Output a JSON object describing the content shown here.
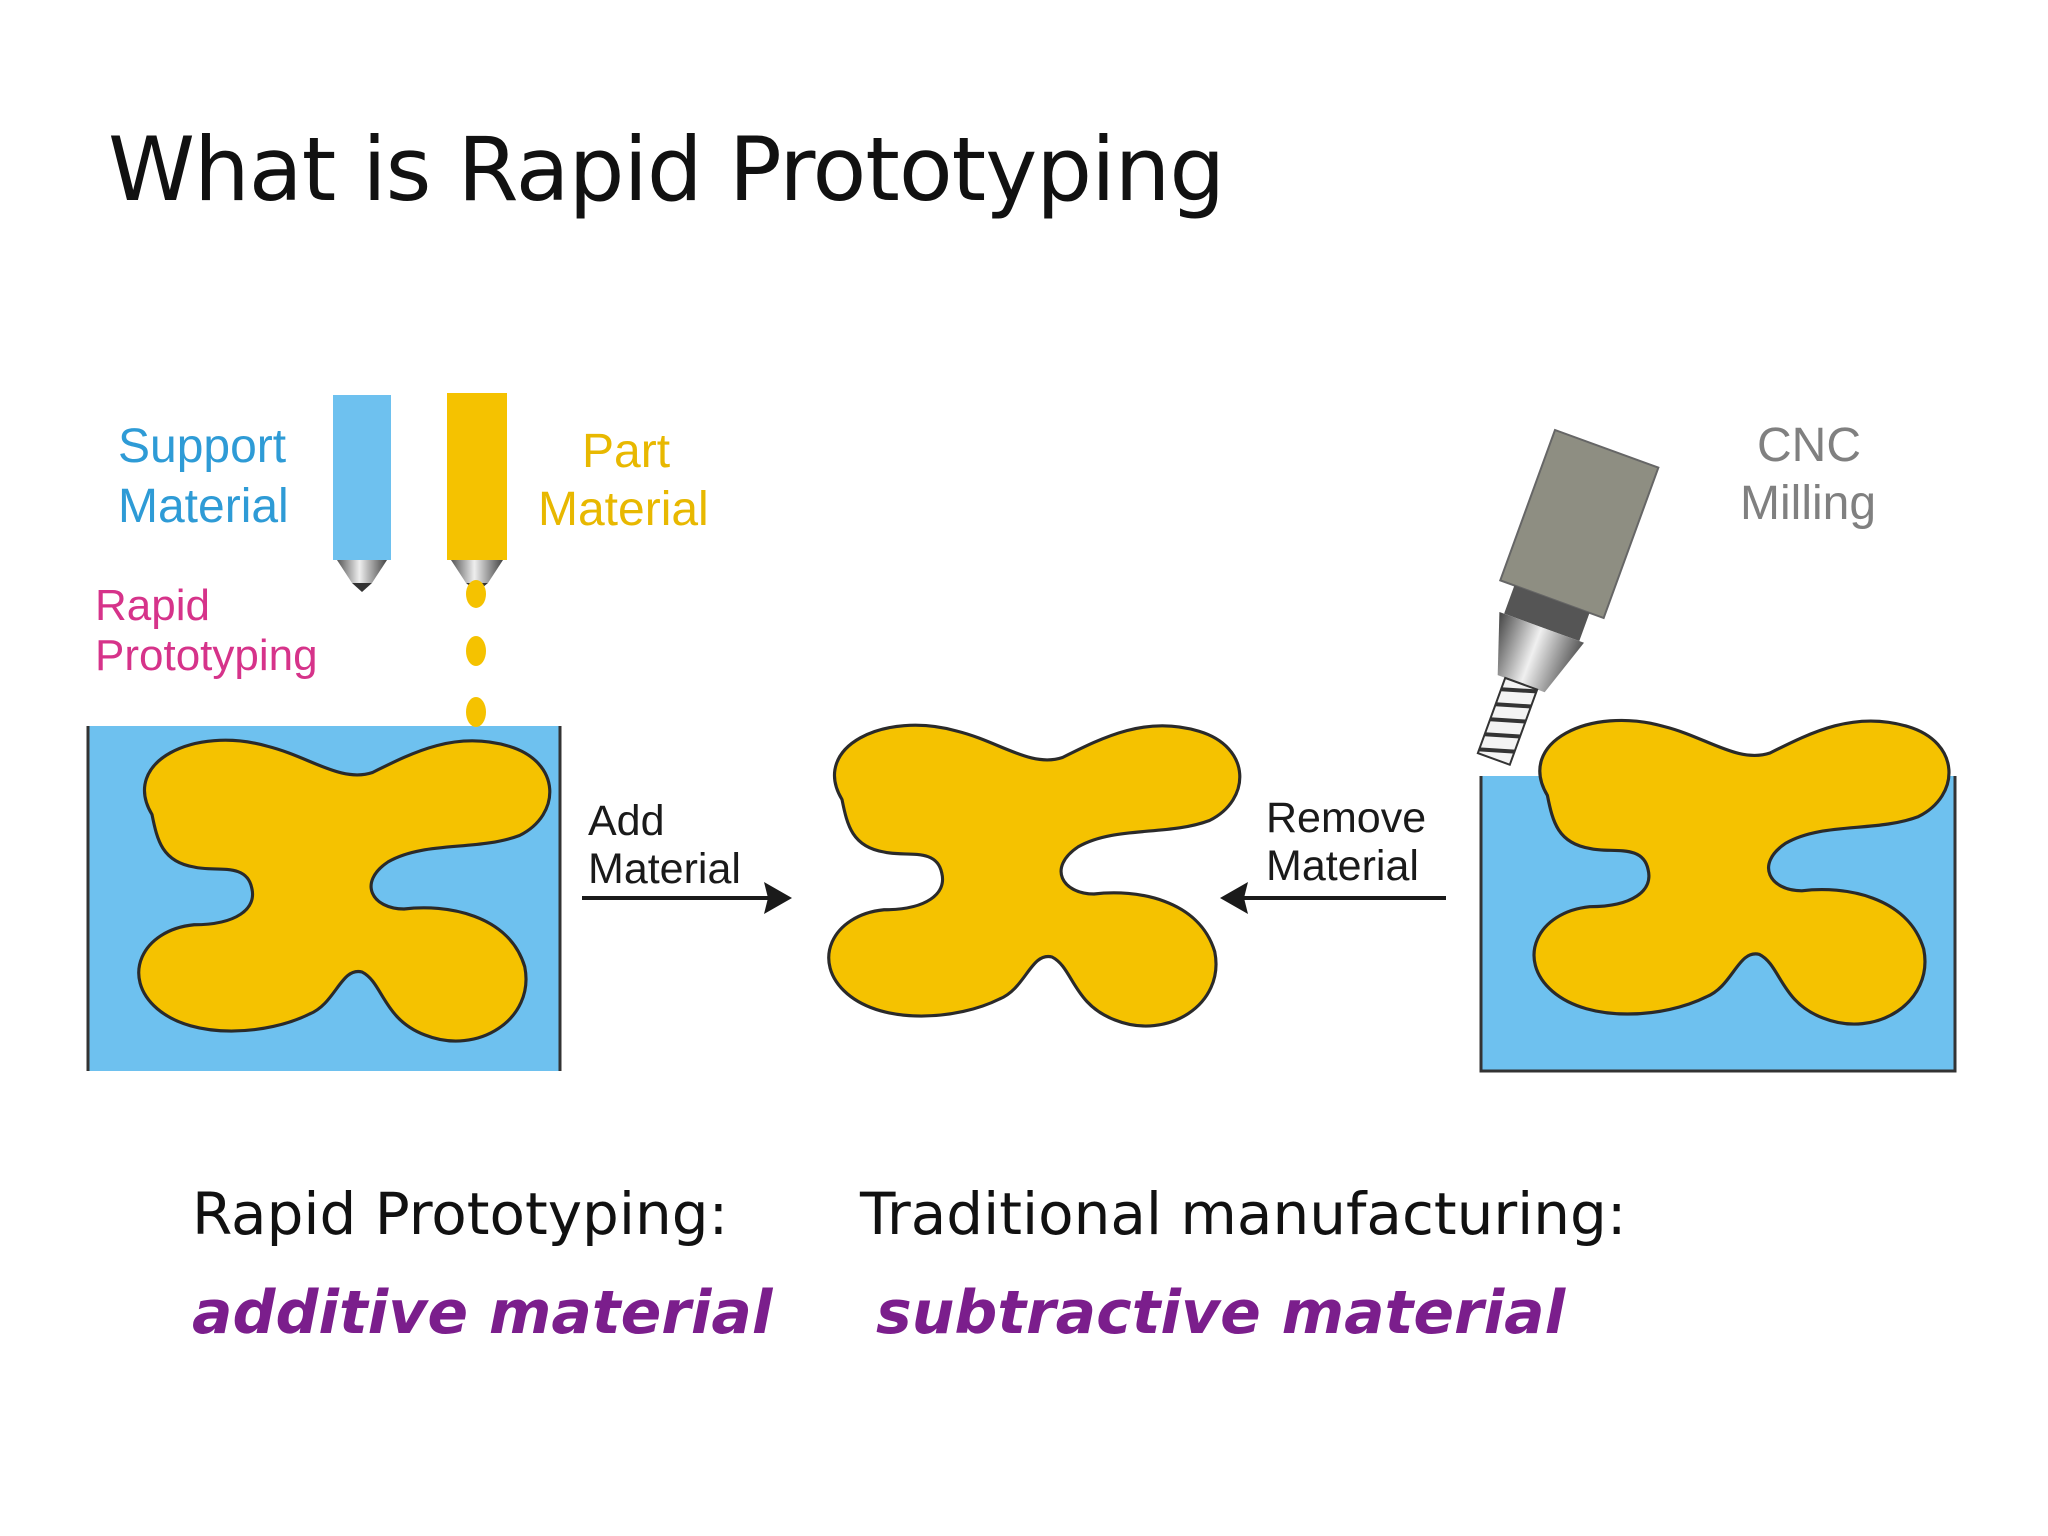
{
  "slide": {
    "title": "What is Rapid Prototyping"
  },
  "diagram": {
    "left_panel": {
      "support_label_line1": "Support",
      "support_label_line2": "Material",
      "part_label_line1": "Part",
      "part_label_line2": "Material",
      "rp_label_line1": "Rapid",
      "rp_label_line2": "Prototyping"
    },
    "add_arrow": {
      "line1": "Add",
      "line2": "Material"
    },
    "remove_arrow": {
      "line1": "Remove",
      "line2": "Material"
    },
    "right_panel": {
      "cnc_label_line1": "CNC",
      "cnc_label_line2": "Milling"
    },
    "colors": {
      "support_blue": "#6EC1EF",
      "part_yellow": "#F5C200",
      "support_text": "#2E9BD6",
      "part_text": "#E8B800",
      "rp_text": "#D6338A",
      "cnc_text": "#808080",
      "tool_gray": "#8E8E82"
    }
  },
  "captions": {
    "rp_heading": "Rapid Prototyping:",
    "rp_type": "additive material",
    "tm_heading": "Traditional manufacturing:",
    "tm_type": "subtractive material",
    "emphasis_color": "#7B1E8C"
  }
}
